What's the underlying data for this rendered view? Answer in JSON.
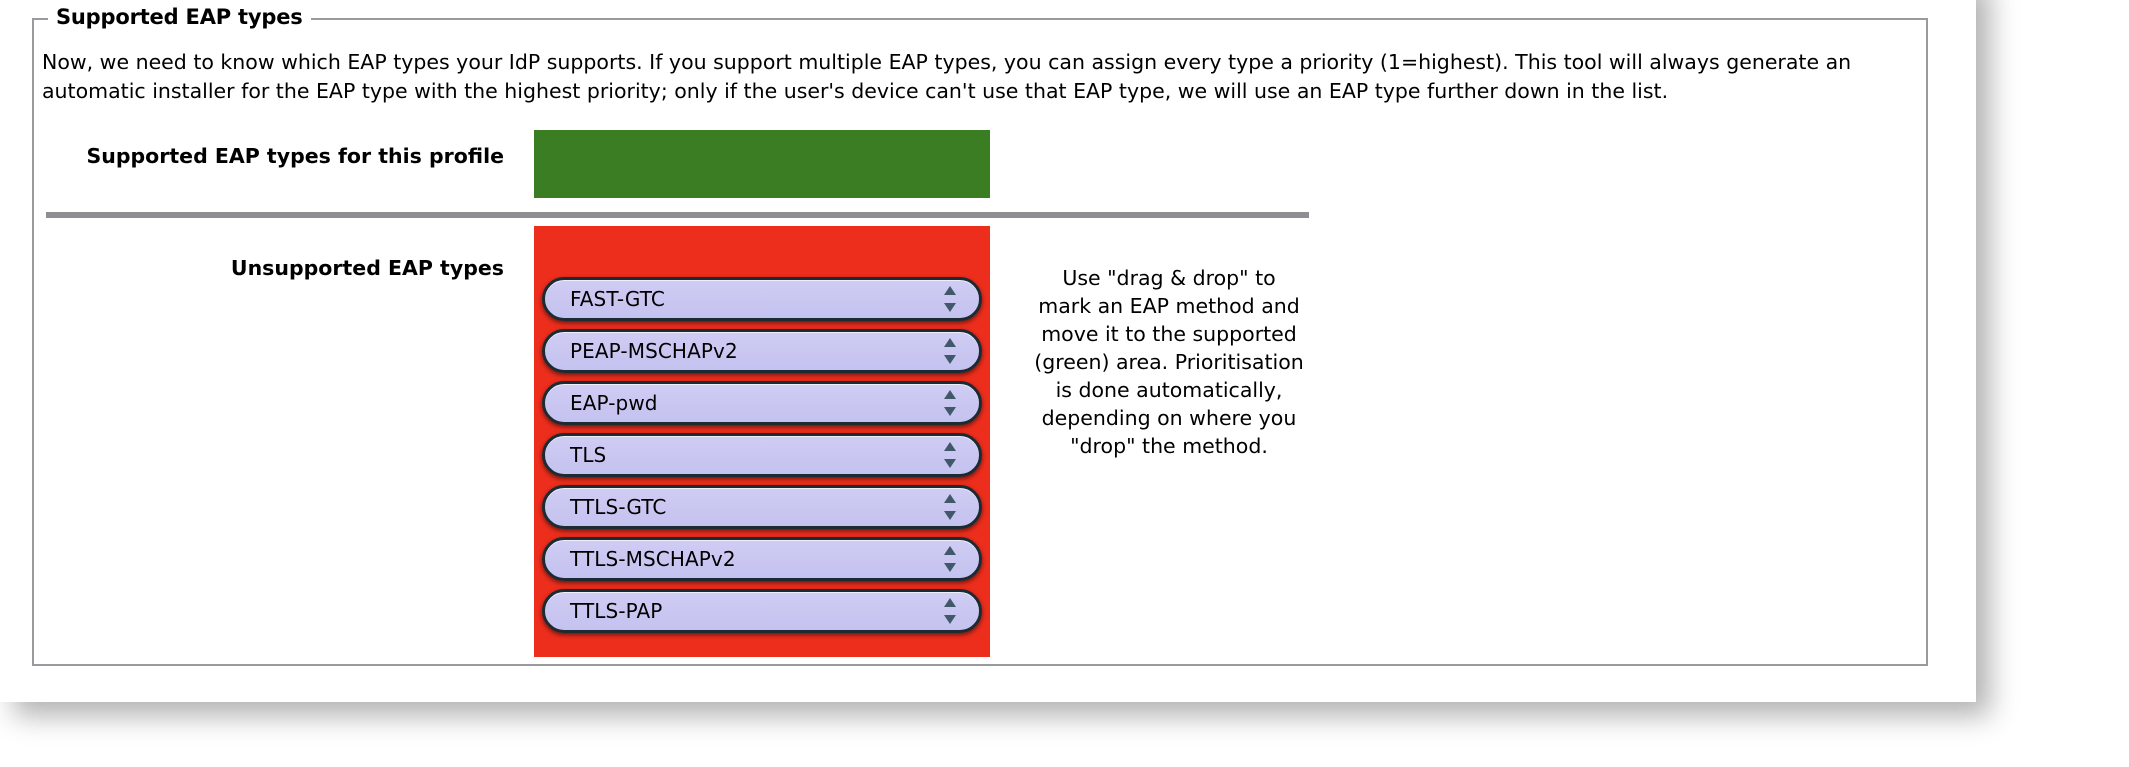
{
  "window": {
    "title": "Supported EAP types"
  },
  "fieldset": {
    "legend": "Supported EAP types",
    "intro": "Now, we need to know which EAP types your IdP supports. If you support multiple EAP types, you can assign every type a priority (1=highest). This tool will always generate an automatic installer for the EAP type with the highest priority; only if the user's device can't use that EAP type, we will use an EAP type further down in the list."
  },
  "supported": {
    "label": "Supported EAP types for this profile",
    "color": "#3a7d22",
    "items": []
  },
  "unsupported": {
    "label": "Unsupported EAP types",
    "color": "#ee2e1c",
    "items": [
      {
        "name": "FAST-GTC"
      },
      {
        "name": "PEAP-MSCHAPv2"
      },
      {
        "name": "EAP-pwd"
      },
      {
        "name": "TLS"
      },
      {
        "name": "TTLS-GTC"
      },
      {
        "name": "TTLS-MSCHAPv2"
      },
      {
        "name": "TTLS-PAP"
      }
    ]
  },
  "help": {
    "text": "Use \"drag & drop\" to mark an EAP method and move it to the supported (green) area. Prioritisation is done automatically, depending on where you \"drop\" the method."
  },
  "icons": {
    "drag_handle": "updown-arrows-icon"
  },
  "colors": {
    "supported_zone": "#3a7d22",
    "unsupported_zone": "#ee2e1c",
    "method_button": "#c9c7f1",
    "method_border": "#1c2b33",
    "divider": "#8f8f93",
    "fieldset_border": "#9a9a9e"
  }
}
